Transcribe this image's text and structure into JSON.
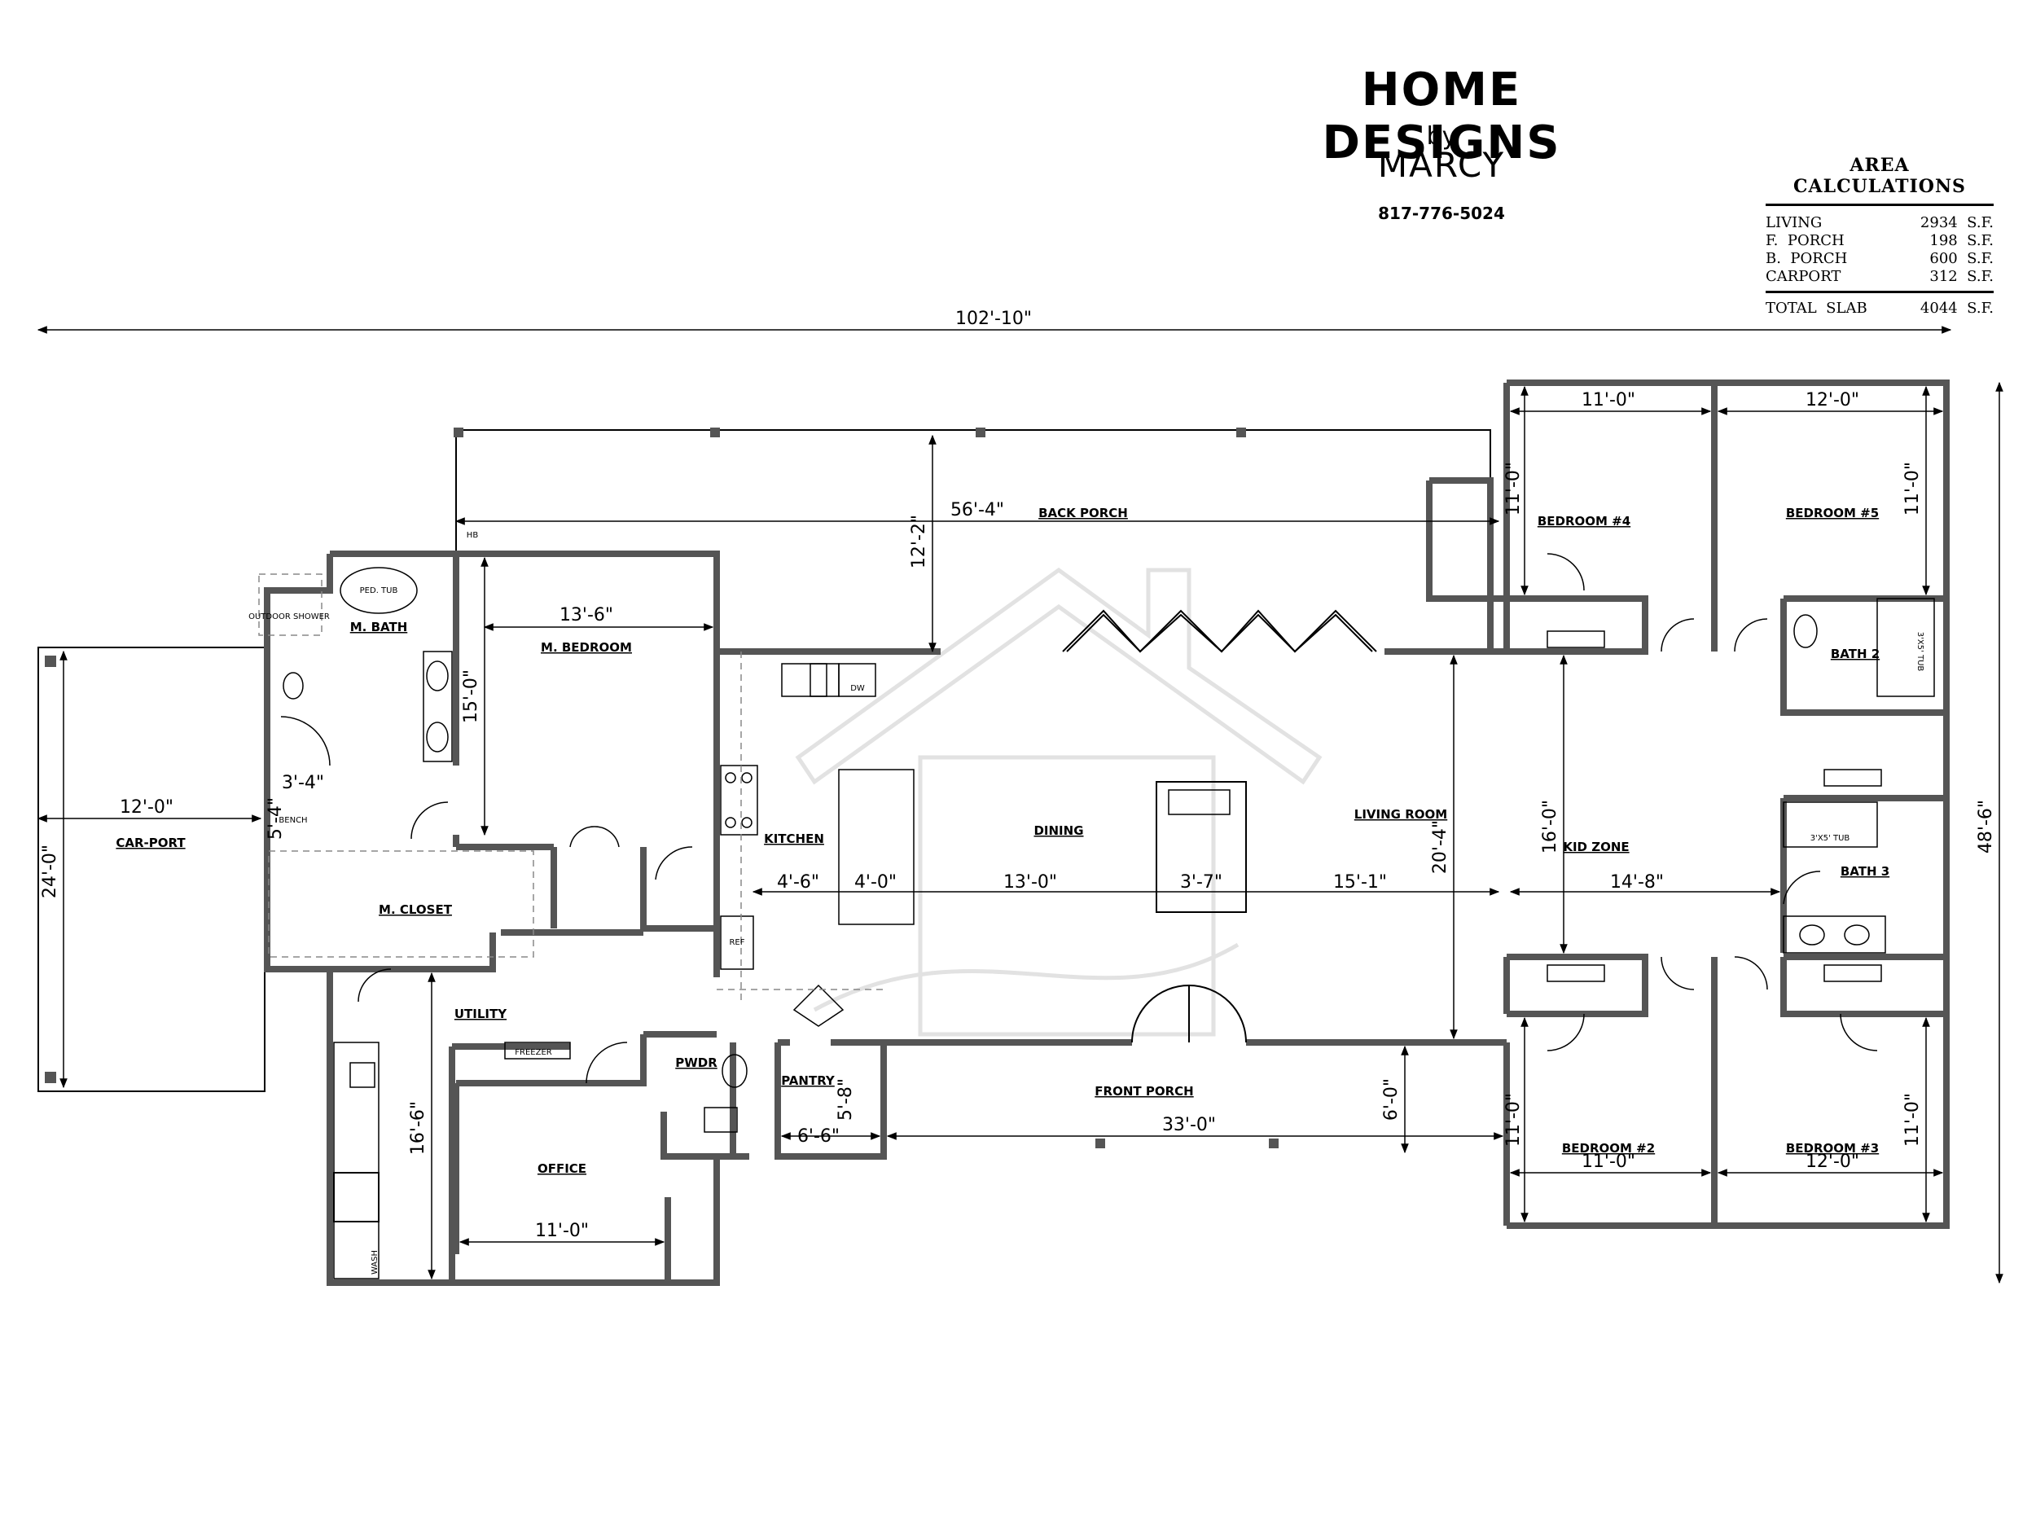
{
  "brand": {
    "title": "HOME DESIGNS",
    "by": "by",
    "name": "MARCY",
    "phone": "817-776-5024"
  },
  "area": {
    "title": "AREA  CALCULATIONS",
    "rows": [
      {
        "label": "LIVING",
        "value": "2934  S.F."
      },
      {
        "label": "F.  PORCH",
        "value": "198  S.F."
      },
      {
        "label": "B.  PORCH",
        "value": "600  S.F."
      },
      {
        "label": "CARPORT",
        "value": "312  S.F."
      }
    ],
    "total": {
      "label": "TOTAL  SLAB",
      "value": "4044  S.F."
    }
  },
  "rooms": {
    "carport": "CAR-PORT",
    "m_bath": "M. BATH",
    "ped_tub": "PED. TUB",
    "outdoor_shower": "OUTDOOR SHOWER",
    "bench": "BENCH",
    "m_bedroom": "M. BEDROOM",
    "m_closet": "M. CLOSET",
    "utility": "UTILITY",
    "freezer": "FREEZER",
    "wash": "WASH",
    "office": "OFFICE",
    "pwdr": "PWDR",
    "pantry": "PANTRY",
    "kitchen": "KITCHEN",
    "dw": "DW",
    "ref": "REF",
    "dining": "DINING",
    "living_room": "LIVING ROOM",
    "back_porch": "BACK PORCH",
    "front_porch": "FRONT PORCH",
    "kid_zone": "KID ZONE",
    "bedroom4": "BEDROOM #4",
    "bedroom5": "BEDROOM #5",
    "bedroom2": "BEDROOM #2",
    "bedroom3": "BEDROOM #3",
    "bath2": "BATH 2",
    "bath3": "BATH 3",
    "tub_bath2": "3'X5' TUB",
    "tub_bath3": "3'X5' TUB",
    "hb": "HB"
  },
  "dims": {
    "overall_width": "102'-10\"",
    "overall_depth": "48'-6\"",
    "carport_width": "12'-0\"",
    "carport_depth": "24'-0\"",
    "back_porch_width": "56'-4\"",
    "back_porch_depth": "12'-2\"",
    "m_bedroom_width": "13'-6\"",
    "m_bedroom_depth": "15'-0\"",
    "shower_a": "3'-4\"",
    "shower_b": "5'-4\"",
    "kitchen_a": "4'-6\"",
    "kitchen_b": "4'-0\"",
    "dining": "13'-0\"",
    "fireplace": "3'-7\"",
    "living": "15'-1\"",
    "living_depth": "20'-4\"",
    "kid_zone_width": "14'-8\"",
    "kid_zone_depth": "16'-0\"",
    "bed4_width": "11'-0\"",
    "bed4_depth": "11'-0\"",
    "bed5_width": "12'-0\"",
    "bed5_depth": "11'-0\"",
    "bed2_width": "11'-0\"",
    "bed2_depth": "11'-0\"",
    "bed3_width": "12'-0\"",
    "bed3_depth": "11'-0\"",
    "utility_depth": "16'-6\"",
    "office_width": "11'-0\"",
    "pantry_width": "6'-6\"",
    "pantry_depth": "5'-8\"",
    "front_porch_width": "33'-0\"",
    "front_porch_depth": "6'-0\""
  }
}
